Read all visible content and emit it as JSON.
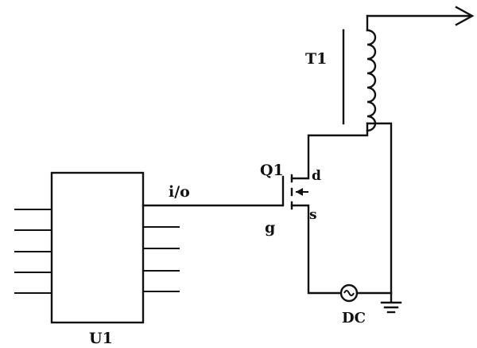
{
  "labels": {
    "transformer": "T1",
    "mosfet": "Q1",
    "drain": "d",
    "source": "s",
    "gate": "g",
    "io": "i/o",
    "chip": "U1",
    "supply": "DC"
  },
  "colors": {
    "ink": "#111111",
    "background": "#ffffff"
  },
  "icons": {
    "output_arrow": "arrow-right-icon",
    "ground": "ground-icon",
    "supply": "dc-source-icon"
  }
}
